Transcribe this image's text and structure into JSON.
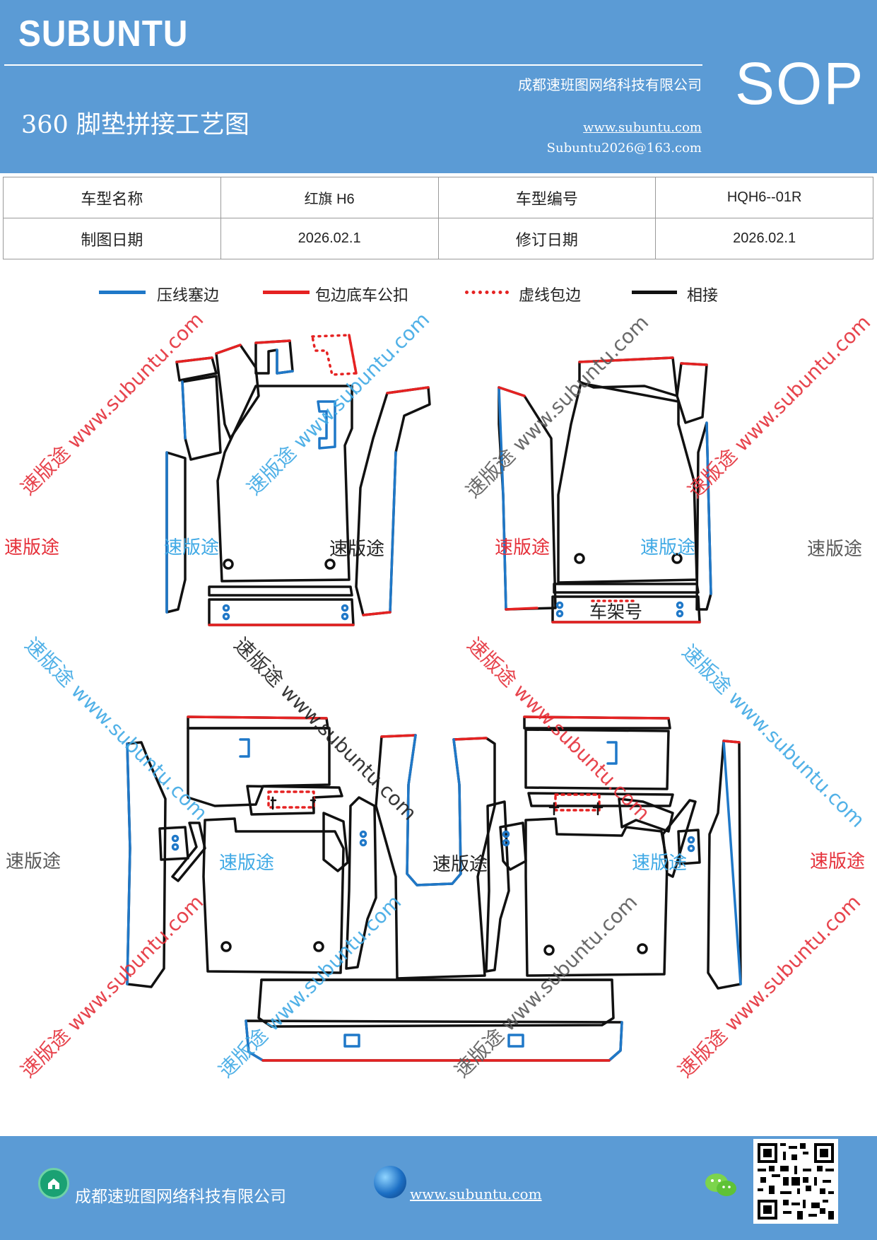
{
  "header": {
    "brand": "SUBUNTU",
    "company": "成都速班图网络科技有限公司",
    "sop": "SOP",
    "title": "360 脚垫拼接工艺图",
    "website": "www.subuntu.com",
    "email": "Subuntu2026@163.com"
  },
  "info": {
    "model_name_label": "车型名称",
    "model_name": "红旗 H6",
    "model_code_label": "车型编号",
    "model_code": "HQH6--01R",
    "draw_date_label": "制图日期",
    "draw_date": "2026.02.1",
    "revise_date_label": "修订日期",
    "revise_date": "2026.02.1"
  },
  "legend": {
    "items": [
      {
        "label": "压线塞边",
        "color": "#1f78c8",
        "style": "solid"
      },
      {
        "label": "包边底车公扣",
        "color": "#e52222",
        "style": "solid"
      },
      {
        "label": "虚线包边",
        "color": "#e52222",
        "style": "dashed"
      },
      {
        "label": "相接",
        "color": "#111111",
        "style": "solid"
      }
    ]
  },
  "drawing": {
    "vin_label": "车架号",
    "watermark_text": "速版途",
    "watermark_url": "速版途 www.subuntu.com",
    "watermark_url_partial": "速版途 www.subuntu.com",
    "colors": {
      "blue": "#1f78c8",
      "red": "#e52222",
      "black": "#111111"
    }
  },
  "footer": {
    "company": "成都速班图网络科技有限公司",
    "website": "www.subuntu.com"
  }
}
